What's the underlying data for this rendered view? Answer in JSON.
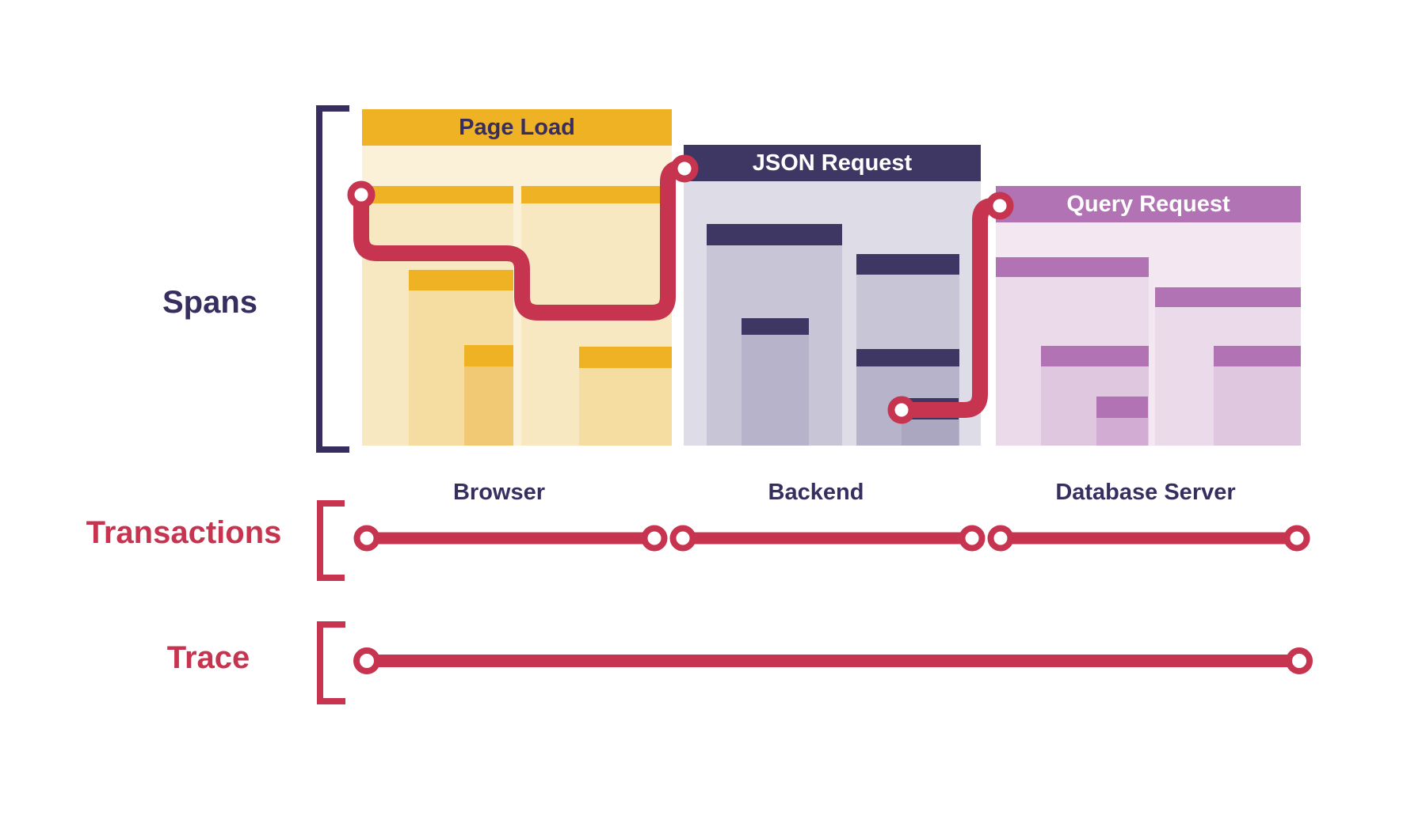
{
  "row_labels": {
    "spans": "Spans",
    "transactions": "Transactions",
    "trace": "Trace"
  },
  "services": [
    {
      "name": "Browser",
      "transaction_title": "Page Load"
    },
    {
      "name": "Backend",
      "transaction_title": "JSON Request"
    },
    {
      "name": "Database Server",
      "transaction_title": "Query Request"
    }
  ],
  "colors": {
    "red": "#C7344F",
    "navy": "#372E5F",
    "white": "#FFFFFF",
    "gold": "#EEB224",
    "cream1": "#FAF1D8",
    "cream2": "#F8E8C2",
    "cream3": "#F5DCA1",
    "cream4": "#F1C873",
    "slate": "#3E3663",
    "slate1": "#DEDCE6",
    "slate2": "#C8C5D7",
    "slate3": "#B7B3CA",
    "slate4": "#ACA7C1",
    "plum": "#B173B4",
    "plum1": "#F3E7F2",
    "plum2": "#EBDAEA",
    "plum3": "#DFC7DF",
    "plum4": "#D3ACD3"
  }
}
